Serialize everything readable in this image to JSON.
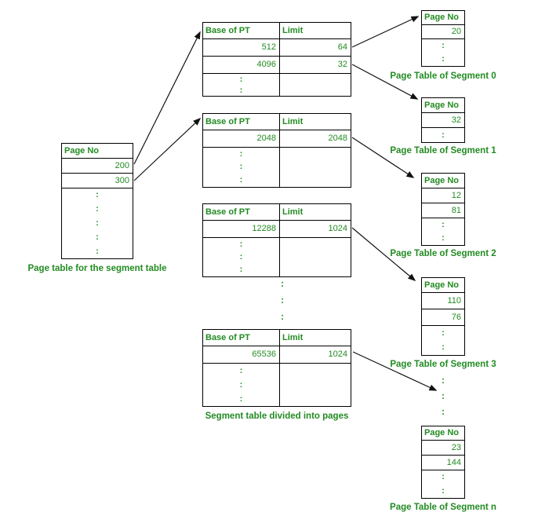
{
  "diagram": {
    "glyph_colon": ":",
    "colors": {
      "green": "#228B22",
      "border": "#000000",
      "arrow": "#111111",
      "background": "#ffffff"
    }
  },
  "left_table": {
    "header": "Page No",
    "rows": [
      "200",
      "300"
    ],
    "caption": "Page table for the segment table"
  },
  "segment_table_pages": {
    "caption": "Segment table divided into pages",
    "tables": [
      {
        "header_base": "Base of PT",
        "header_limit": "Limit",
        "rows": [
          {
            "base": "512",
            "limit": "64"
          },
          {
            "base": "4096",
            "limit": "32"
          }
        ]
      },
      {
        "header_base": "Base of PT",
        "header_limit": "Limit",
        "rows": [
          {
            "base": "2048",
            "limit": "2048"
          }
        ]
      },
      {
        "header_base": "Base of PT",
        "header_limit": "Limit",
        "rows": [
          {
            "base": "12288",
            "limit": "1024"
          }
        ]
      },
      {
        "header_base": "Base of PT",
        "header_limit": "Limit",
        "rows": [
          {
            "base": "65536",
            "limit": "1024"
          }
        ]
      }
    ]
  },
  "page_tables": [
    {
      "header": "Page No",
      "values": [
        "20"
      ],
      "caption": "Page Table of Segment 0"
    },
    {
      "header": "Page No",
      "values": [
        "32"
      ],
      "caption": "Page Table of Segment 1"
    },
    {
      "header": "Page No",
      "values": [
        "12",
        "81"
      ],
      "caption": "Page Table of Segment 2"
    },
    {
      "header": "Page No",
      "values": [
        "110",
        "76"
      ],
      "caption": "Page Table of Segment 3"
    },
    {
      "header": "Page No",
      "values": [
        "23",
        "144"
      ],
      "caption": "Page Table of Segment n"
    }
  ]
}
